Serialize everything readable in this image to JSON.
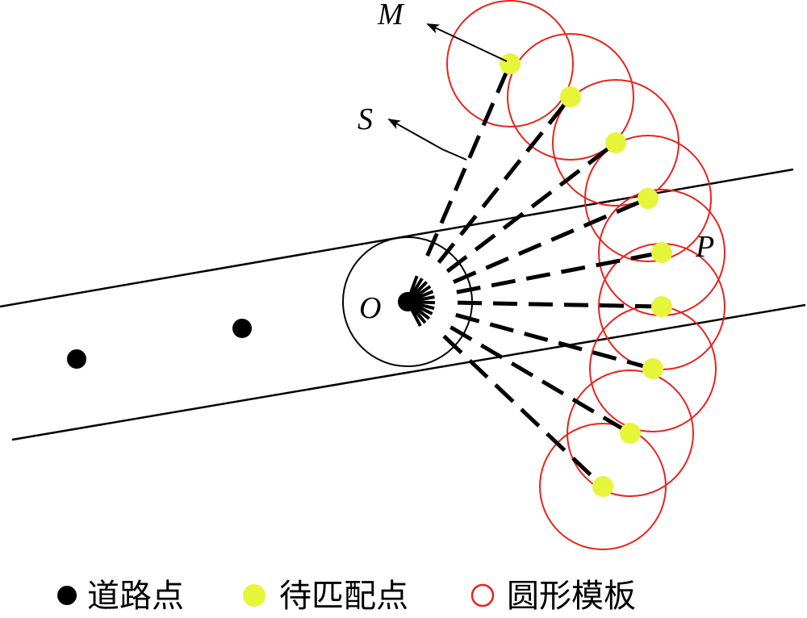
{
  "labels": {
    "M": "M",
    "S": "S",
    "P": "P",
    "O": "O"
  },
  "legend": [
    {
      "key": "road",
      "text": "道路点",
      "marker": "filled-black-dot"
    },
    {
      "key": "match",
      "text": "待匹配点",
      "marker": "filled-yellow-dot"
    },
    {
      "key": "template",
      "text": "圆形模板",
      "marker": "red-circle-outline"
    }
  ],
  "colors": {
    "road_point": "#000000",
    "match_point": "#e6f53a",
    "template_circle": "#e8231e",
    "lines": "#000000"
  }
}
